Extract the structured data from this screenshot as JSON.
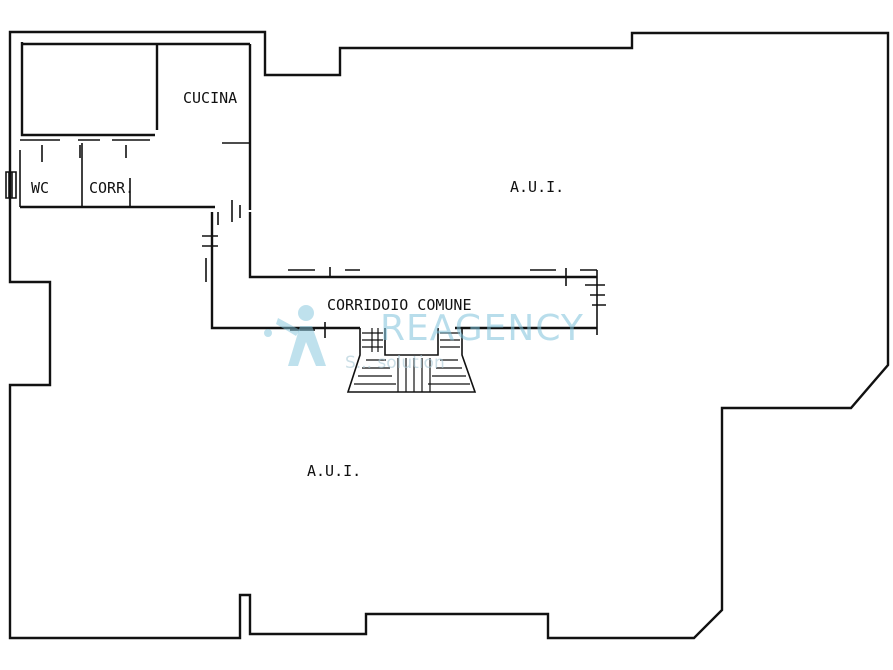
{
  "plan": {
    "rooms": [
      {
        "id": "cucina",
        "label": "CUCINA"
      },
      {
        "id": "wc",
        "label": "WC"
      },
      {
        "id": "corr",
        "label": "CORR."
      },
      {
        "id": "aui-top",
        "label": "A.U.I."
      },
      {
        "id": "corridoio",
        "label": "CORRIDOIO COMUNE"
      },
      {
        "id": "aui-bottom",
        "label": "A.U.I."
      }
    ]
  },
  "watermark": {
    "brand": "REAGENCY",
    "tagline": "S... solution"
  },
  "colors": {
    "walls": "#111111",
    "watermark": "#7fc3dc",
    "background": "#ffffff"
  }
}
